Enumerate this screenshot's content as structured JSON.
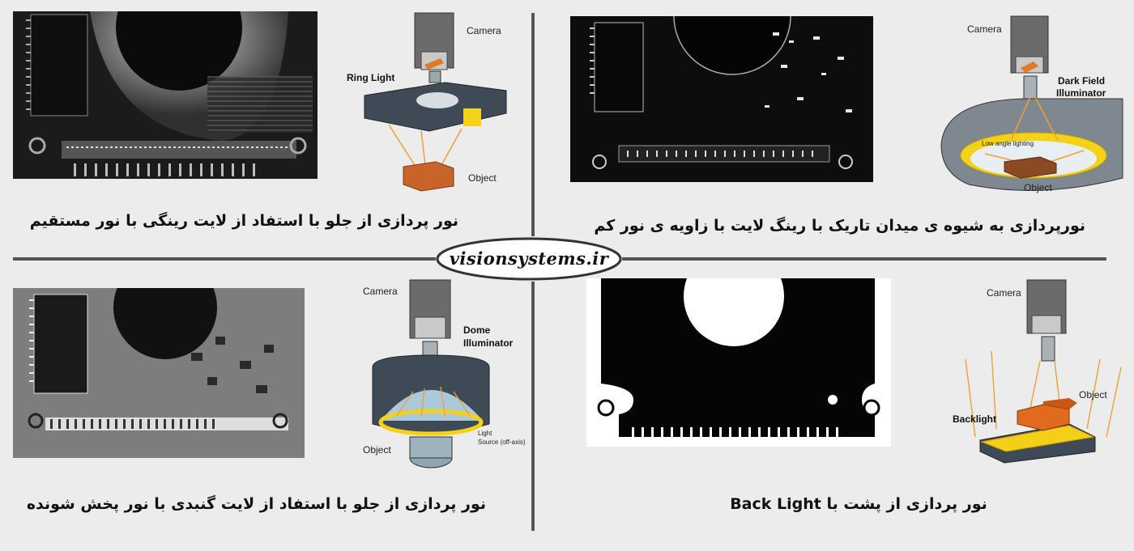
{
  "brand": {
    "text": "visionsystems.ir"
  },
  "panels": {
    "top_left": {
      "caption": "نور پردازی از جلو با استفاد از لایت رینگی با نور مستقیم",
      "diagram": {
        "camera_label": "Camera",
        "light_label": "Ring Light",
        "object_label": "Object"
      }
    },
    "top_right": {
      "caption": "نورپردازی به شیوه ی میدان تاریک با رینگ لایت با زاویه ی نور کم",
      "diagram": {
        "camera_label": "Camera",
        "light_label_line1": "Dark Field",
        "light_label_line2": "Illuminator",
        "lighting_note": "Low angle lighting",
        "object_label": "Object"
      }
    },
    "bottom_left": {
      "caption": "نور پردازی از جلو با استفاد از لایت گنبدی با نور پخش شونده",
      "diagram": {
        "camera_label": "Camera",
        "light_label_line1": "Dome",
        "light_label_line2": "Illuminator",
        "source_line1": "Light",
        "source_line2": "Source (off-axis)",
        "object_label": "Object"
      }
    },
    "bottom_right": {
      "caption": "نور پردازی از پشت با Back Light",
      "diagram": {
        "camera_label": "Camera",
        "light_label": "Backlight",
        "object_label": "Object"
      }
    }
  },
  "colors": {
    "divider": "#555555",
    "camera": "#6b6b6b",
    "housing": "#3f4a57",
    "light_yellow": "#f5d21a",
    "object_orange": "#c8642a",
    "ray_orange": "#f0a030",
    "backlight_panel": "#f3cf1a"
  }
}
